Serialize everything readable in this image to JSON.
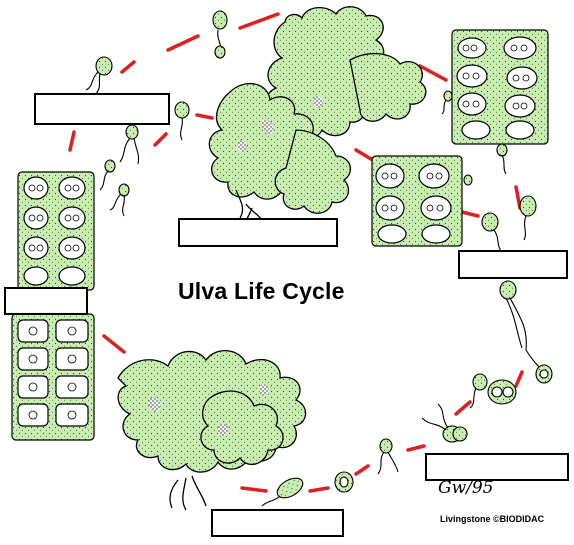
{
  "diagram": {
    "title": "Ulva Life Cycle",
    "signature": "Gw/95",
    "credit": "Livingstone ©BIODIDAC"
  },
  "colors": {
    "thallus_fill": "#c8efb0",
    "outline": "#000000",
    "arrow": "#e02020",
    "box_fill": "#ffffff"
  },
  "label_boxes": [
    "",
    "",
    "",
    "",
    "",
    ""
  ]
}
